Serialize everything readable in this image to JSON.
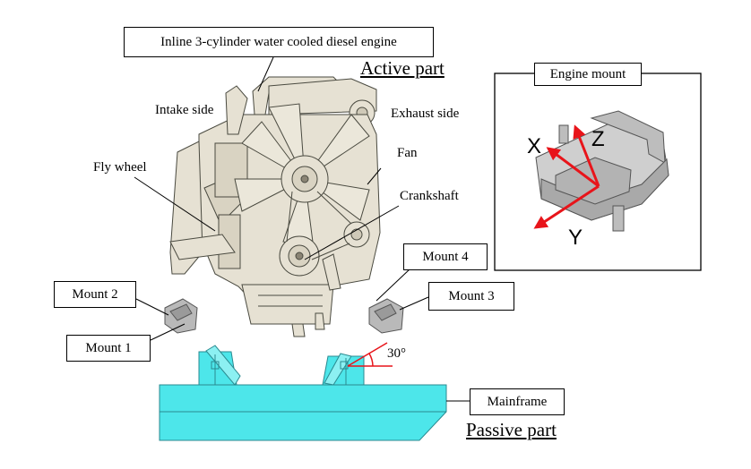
{
  "labels": {
    "engine_title": "Inline 3-cylinder water cooled diesel engine",
    "active_part": "Active part",
    "passive_part": "Passive part",
    "intake_side": "Intake side",
    "exhaust_side": "Exhaust side",
    "fan": "Fan",
    "fly_wheel": "Fly wheel",
    "crankshaft": "Crankshaft",
    "mount_1": "Mount 1",
    "mount_2": "Mount 2",
    "mount_3": "Mount 3",
    "mount_4": "Mount 4",
    "mainframe": "Mainframe",
    "angle": "30°"
  },
  "inset": {
    "title": "Engine mount",
    "axis_x": "X",
    "axis_y": "Y",
    "axis_z": "Z"
  },
  "colors": {
    "engine": "#e6e1d3",
    "engine_outline": "#4a4a40",
    "frame": "#4de6ea",
    "frame_outline": "#2a8a90",
    "mount": "#b9b9b9",
    "axis_arrow": "#e8141a",
    "angle_line": "#e8141a"
  }
}
